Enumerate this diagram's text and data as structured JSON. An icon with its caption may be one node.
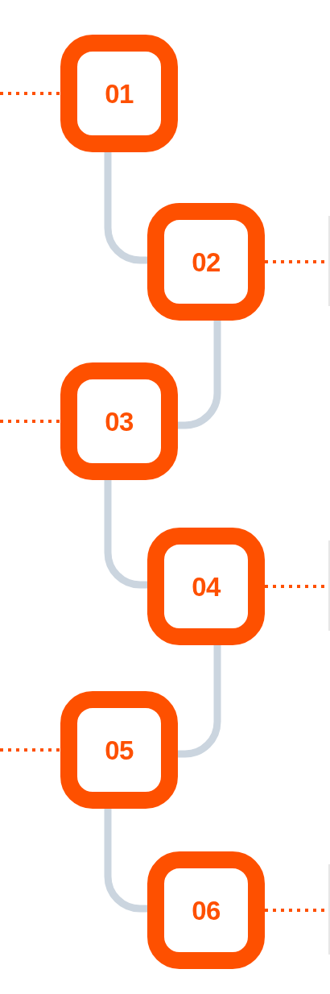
{
  "diagram": {
    "nodes": [
      {
        "text": [
          "01"
        ]
      },
      {
        "text": [
          "02"
        ]
      },
      {
        "text": [
          "03"
        ]
      },
      {
        "text": [
          "04"
        ]
      },
      {
        "text": [
          "05"
        ]
      },
      {
        "text": [
          "06"
        ]
      },
      {
        "text": [],
        "shape": "box"
      },
      {
        "text": [],
        "shape": "box"
      },
      {
        "text": [],
        "shape": "box"
      }
    ],
    "edges": [
      {
        "from": null,
        "to": 0,
        "arrow": "none",
        "style": "dashed"
      },
      {
        "from": 0,
        "to": 1,
        "arrow": "none",
        "style": "thick",
        "color": "#cbd5df"
      },
      {
        "from": 1,
        "to": 6,
        "arrow": "none",
        "style": "dashed"
      },
      {
        "from": 1,
        "to": 2,
        "arrow": "none",
        "style": "thick",
        "color": "#cbd5df"
      },
      {
        "from": null,
        "to": 2,
        "arrow": "none",
        "style": "dashed"
      },
      {
        "from": 2,
        "to": 3,
        "arrow": "none",
        "style": "thick",
        "color": "#cbd5df"
      },
      {
        "from": 3,
        "to": 7,
        "arrow": "none",
        "style": "dashed"
      },
      {
        "from": 3,
        "to": 4,
        "arrow": "none",
        "style": "thick",
        "color": "#cbd5df"
      },
      {
        "from": null,
        "to": 4,
        "arrow": "none",
        "style": "dashed"
      },
      {
        "from": 4,
        "to": 5,
        "arrow": "none",
        "style": "thick",
        "color": "#cbd5df"
      },
      {
        "from": 5,
        "to": 8,
        "arrow": "none",
        "style": "dashed"
      }
    ]
  }
}
